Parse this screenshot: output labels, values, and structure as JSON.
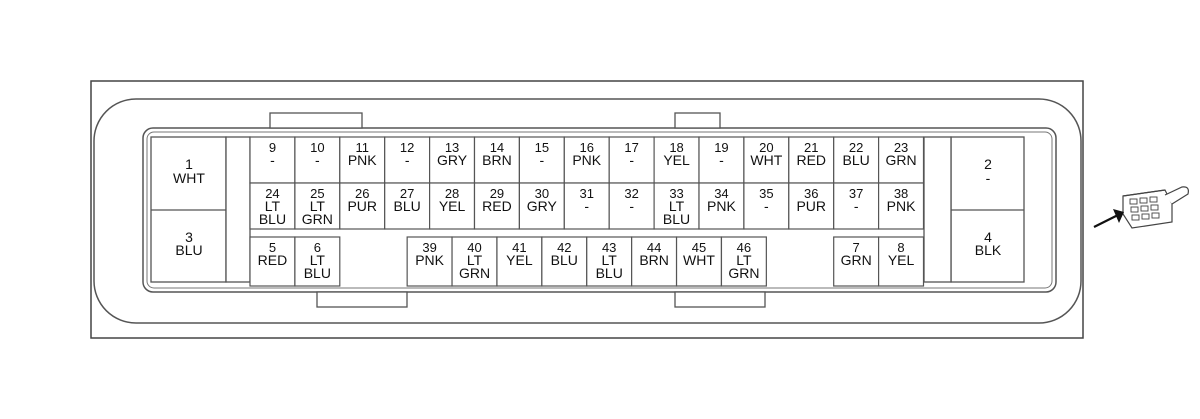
{
  "pins": {
    "p1": {
      "num": "1",
      "l1": "WHT",
      "l2": "",
      "l3": ""
    },
    "p2": {
      "num": "2",
      "l1": "-",
      "l2": "",
      "l3": ""
    },
    "p3": {
      "num": "3",
      "l1": "BLU",
      "l2": "",
      "l3": ""
    },
    "p4": {
      "num": "4",
      "l1": "BLK",
      "l2": "",
      "l3": ""
    },
    "p5": {
      "num": "5",
      "l1": "RED",
      "l2": "",
      "l3": ""
    },
    "p6": {
      "num": "6",
      "l1": "LT",
      "l2": "BLU",
      "l3": ""
    },
    "p7": {
      "num": "7",
      "l1": "GRN",
      "l2": "",
      "l3": ""
    },
    "p8": {
      "num": "8",
      "l1": "YEL",
      "l2": "",
      "l3": ""
    },
    "p9": {
      "num": "9",
      "l1": "-",
      "l2": "",
      "l3": ""
    },
    "p10": {
      "num": "10",
      "l1": "-",
      "l2": "",
      "l3": ""
    },
    "p11": {
      "num": "11",
      "l1": "PNK",
      "l2": "",
      "l3": ""
    },
    "p12": {
      "num": "12",
      "l1": "-",
      "l2": "",
      "l3": ""
    },
    "p13": {
      "num": "13",
      "l1": "GRY",
      "l2": "",
      "l3": ""
    },
    "p14": {
      "num": "14",
      "l1": "BRN",
      "l2": "",
      "l3": ""
    },
    "p15": {
      "num": "15",
      "l1": "-",
      "l2": "",
      "l3": ""
    },
    "p16": {
      "num": "16",
      "l1": "PNK",
      "l2": "",
      "l3": ""
    },
    "p17": {
      "num": "17",
      "l1": "-",
      "l2": "",
      "l3": ""
    },
    "p18": {
      "num": "18",
      "l1": "YEL",
      "l2": "",
      "l3": ""
    },
    "p19": {
      "num": "19",
      "l1": "-",
      "l2": "",
      "l3": ""
    },
    "p20": {
      "num": "20",
      "l1": "WHT",
      "l2": "",
      "l3": ""
    },
    "p21": {
      "num": "21",
      "l1": "RED",
      "l2": "",
      "l3": ""
    },
    "p22": {
      "num": "22",
      "l1": "BLU",
      "l2": "",
      "l3": ""
    },
    "p23": {
      "num": "23",
      "l1": "GRN",
      "l2": "",
      "l3": ""
    },
    "p24": {
      "num": "24",
      "l1": "LT",
      "l2": "BLU",
      "l3": ""
    },
    "p25": {
      "num": "25",
      "l1": "LT",
      "l2": "GRN",
      "l3": ""
    },
    "p26": {
      "num": "26",
      "l1": "PUR",
      "l2": "",
      "l3": ""
    },
    "p27": {
      "num": "27",
      "l1": "BLU",
      "l2": "",
      "l3": ""
    },
    "p28": {
      "num": "28",
      "l1": "YEL",
      "l2": "",
      "l3": ""
    },
    "p29": {
      "num": "29",
      "l1": "RED",
      "l2": "",
      "l3": ""
    },
    "p30": {
      "num": "30",
      "l1": "GRY",
      "l2": "",
      "l3": ""
    },
    "p31": {
      "num": "31",
      "l1": "-",
      "l2": "",
      "l3": ""
    },
    "p32": {
      "num": "32",
      "l1": "-",
      "l2": "",
      "l3": ""
    },
    "p33": {
      "num": "33",
      "l1": "LT",
      "l2": "BLU",
      "l3": ""
    },
    "p34": {
      "num": "34",
      "l1": "PNK",
      "l2": "",
      "l3": ""
    },
    "p35": {
      "num": "35",
      "l1": "-",
      "l2": "",
      "l3": ""
    },
    "p36": {
      "num": "36",
      "l1": "PUR",
      "l2": "",
      "l3": ""
    },
    "p37": {
      "num": "37",
      "l1": "-",
      "l2": "",
      "l3": ""
    },
    "p38": {
      "num": "38",
      "l1": "PNK",
      "l2": "",
      "l3": ""
    },
    "p39": {
      "num": "39",
      "l1": "PNK",
      "l2": "",
      "l3": ""
    },
    "p40": {
      "num": "40",
      "l1": "LT",
      "l2": "GRN",
      "l3": ""
    },
    "p41": {
      "num": "41",
      "l1": "YEL",
      "l2": "",
      "l3": ""
    },
    "p42": {
      "num": "42",
      "l1": "BLU",
      "l2": "",
      "l3": ""
    },
    "p43": {
      "num": "43",
      "l1": "LT",
      "l2": "BLU",
      "l3": ""
    },
    "p44": {
      "num": "44",
      "l1": "BRN",
      "l2": "",
      "l3": ""
    },
    "p45": {
      "num": "45",
      "l1": "WHT",
      "l2": "",
      "l3": ""
    },
    "p46": {
      "num": "46",
      "l1": "LT",
      "l2": "GRN",
      "l3": ""
    }
  },
  "colors": {
    "stroke": "#444444",
    "text": "#111111"
  }
}
